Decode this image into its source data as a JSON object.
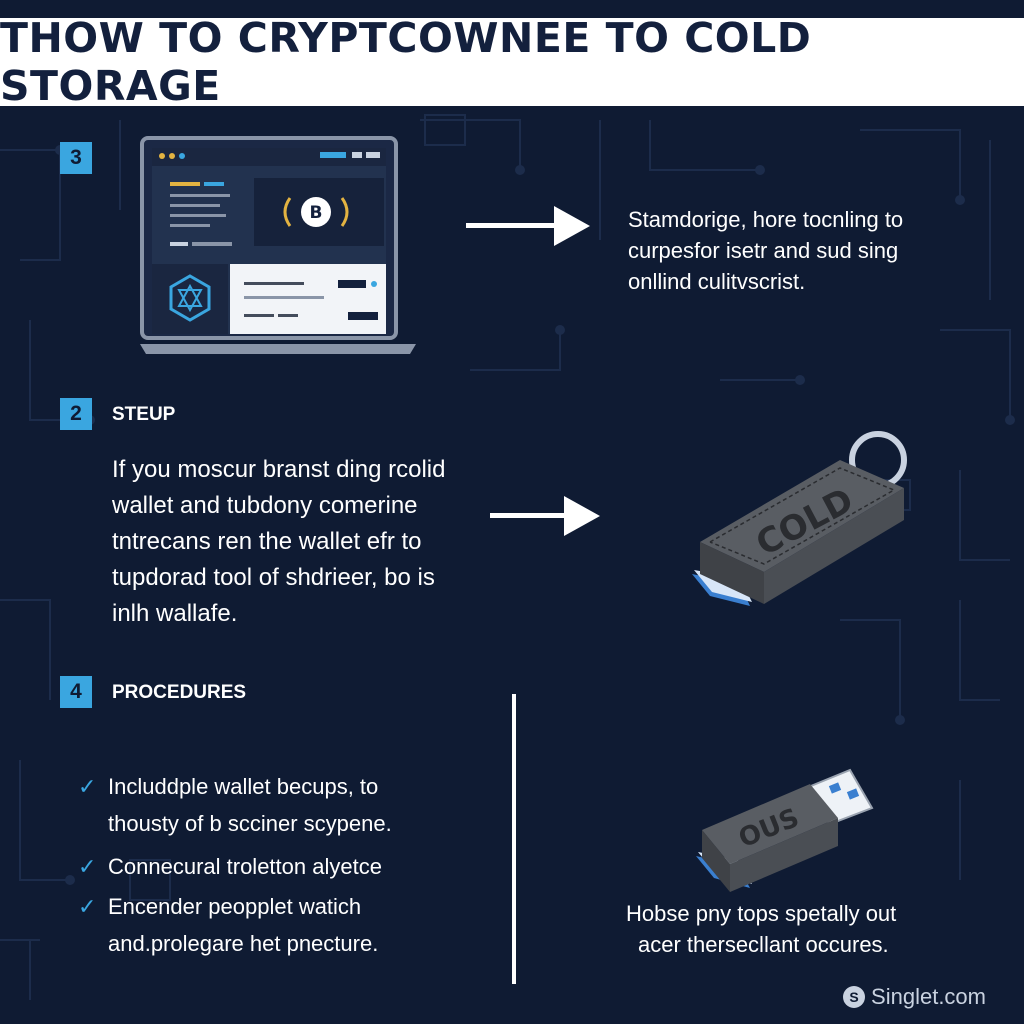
{
  "title": "THOW TO CRYPTCOWNEE TO COLD STORAGE",
  "steps": [
    {
      "number": "3",
      "heading": "",
      "side_lines": [
        "Stamdorige, hore tocnling to",
        "curpesfor isetr and sud sing",
        "onllind culitvscrist."
      ]
    },
    {
      "number": "2",
      "heading": "STEUP",
      "body_lines": [
        "If you moscur branst ding rcolid",
        "wallet and tubdony comerine",
        "tntrecans ren the wallet efr to",
        "tupdorad tool of shdrieer, bo is",
        "inlh wallafe."
      ],
      "device_label": "COLD"
    },
    {
      "number": "4",
      "heading": "PROCEDURES",
      "checklist": [
        [
          "Includdple wallet becups, to",
          "thousty of b scciner scypene."
        ],
        [
          "Connecural troletton alyetce"
        ],
        [
          "Encender peopplet watich",
          "and.prolegare het pnecture."
        ]
      ],
      "device_label": "OUS",
      "side_lines": [
        "Hobse pny tops spetally out",
        "acer thersecllant occures."
      ]
    }
  ],
  "watermark": "Singlet.com",
  "colors": {
    "background": "#0f1b33",
    "title_bar": "#ffffff",
    "title_text": "#13203d",
    "accent": "#3aa6e0",
    "text": "#ffffff"
  },
  "icons": [
    "arrow-right-icon",
    "bitcoin-icon",
    "hexagon-logo-icon",
    "check-icon",
    "laptop-icon",
    "usb-drive-icon"
  ]
}
